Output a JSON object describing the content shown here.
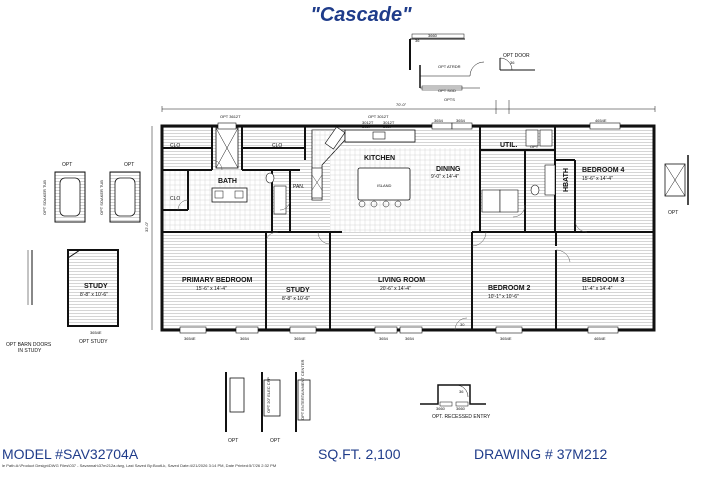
{
  "title": "\"Cascade\"",
  "footer": {
    "model": "MODEL #SAV32704A",
    "sqft": "SQ.FT. 2,100",
    "drawing": "DRAWING # 37M212",
    "path": "le Path:A:\\Product Design\\DWG Files\\037 - Savannah\\37m212a.dwg, Last Saved By:BootLk, Saved Date:4/21/2026 3:14 PM, Date Printed:5/7/26 2:32 PM"
  },
  "dimensions": {
    "width": "70'-0\"",
    "depth": "32'-0\""
  },
  "rooms": {
    "clo1": "CLO",
    "clo2": "CLO",
    "clo3": "CLO",
    "bath": "BATH",
    "pan": "PAN.",
    "kitchen": "KITCHEN",
    "dining": "DINING",
    "dining_size": "9'-0\" x 14'-4\"",
    "util": "UTIL.",
    "bedroom4": "BEDROOM 4",
    "bedroom4_size": "15'-6\" x 14'-4\"",
    "hbath": "HBATH",
    "primary": "PRIMARY BEDROOM",
    "primary_size": "15'-6\" x 14'-4\"",
    "study": "STUDY",
    "study_size": "8'-8\" x 10'-6\"",
    "living": "LIVING ROOM",
    "living_size": "20'-6\" x 14'-4\"",
    "bedroom2": "BEDROOM 2",
    "bedroom2_size": "10'-1\" x 10'-6\"",
    "bedroom3": "BEDROOM 3",
    "bedroom3_size": "11'-4\" x 14'-4\"",
    "island": "ISLAND"
  },
  "windows": {
    "top1": "3654",
    "top2": "3654",
    "top3": "4654E",
    "bot1": "3654E",
    "bot2": "3654",
    "bot3": "3654E",
    "bot4": "3654",
    "bot5": "3654",
    "bot6": "3654E",
    "bot7": "4654E",
    "opt_top": "OPT 3612T",
    "stud_win": "3654E",
    "door_a": "3660",
    "door_b": "3660",
    "door_c": "36",
    "door_d": "36",
    "door_e": "36",
    "door_f": "30",
    "kit_w1": "3012T",
    "kit_w2": "3027",
    "kit_w3": "3012T",
    "kit_w4": "3027",
    "kit_opt": "OPT 3012T"
  },
  "options": {
    "opt_door": "OPT DOOR",
    "opt_atrdr": "OPT ATRDR",
    "opt_sgd": "OPT SGD",
    "opts": "OPTS",
    "opt_left1": "OPT",
    "opt_left2": "OPT",
    "opt_right": "OPT",
    "opt_right2": "OPT",
    "opt_study": "OPT STUDY",
    "barn1": "OPT BARN DOORS",
    "barn2": "IN STUDY",
    "opt_recessed": "OPT. RECESSED ENTRY",
    "opt_b1": "OPT",
    "opt_b2": "OPT",
    "study_opt": "STUDY",
    "study_opt_size": "8'-8\" x 10'-6\"",
    "fireplace": "OPT 20\" ELEC CFP",
    "entertainment": "OPT ENTERTAINMENT CENTER",
    "tub1": "OPT SOAKER TUB",
    "tub2": "OPT SOAKER TUB"
  }
}
